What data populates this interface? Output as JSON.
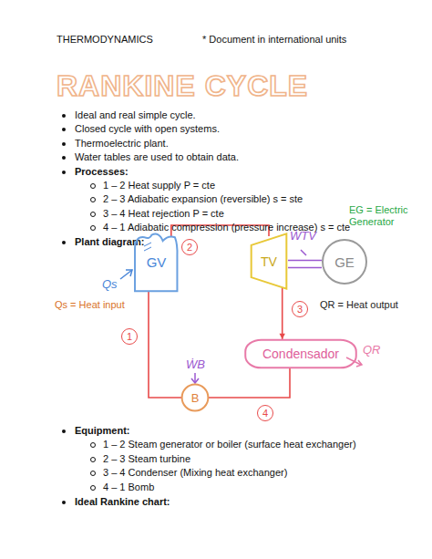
{
  "diagram": {
    "title": "RANKINE CYCLE",
    "nodes": [
      {
        "text": [
          "GV"
        ]
      },
      {
        "text": [
          "TV"
        ]
      },
      {
        "text": [
          "GE"
        ]
      },
      {
        "text": [
          "Condensador"
        ]
      },
      {
        "text": [
          "B"
        ]
      }
    ],
    "edges": [
      {
        "from": 0,
        "to": 1,
        "arrow": "none"
      },
      {
        "from": 1,
        "to": 3,
        "arrow": "to"
      },
      {
        "from": 3,
        "to": 4,
        "arrow": "none"
      },
      {
        "from": 4,
        "to": 0,
        "arrow": "none"
      },
      {
        "from": 1,
        "to": 2,
        "arrow": "none"
      }
    ],
    "labels": [
      "THERMODYNAMICS",
      "* Document in international units",
      "Ideal and real simple cycle.",
      "Closed cycle with open systems.",
      "Thermoelectric plant.",
      "Water tables are used to obtain data.",
      "Processes:",
      "1 – 2 Heat supply P = cte",
      "2 – 3 Adiabatic expansion (reversible) s = ste",
      "3 – 4 Heat rejection P = cte",
      "4 – 1 Adiabatic compression (pressure increase) s = cte",
      "Plant diagram:",
      "EG = Electric Generator",
      "Qs = Heat input",
      "QR = Heat output",
      "2",
      "3",
      "4",
      "1",
      "Qs",
      "QR",
      "ẆTV",
      "ẆB",
      "Equipment:",
      "1 – 2 Steam generator or boiler (surface heat exchanger)",
      "2 – 3 Steam turbine",
      "3 – 4 Condenser (Mixing heat exchanger)",
      "4 – 1 Bomb",
      "Ideal Rankine chart:"
    ]
  }
}
